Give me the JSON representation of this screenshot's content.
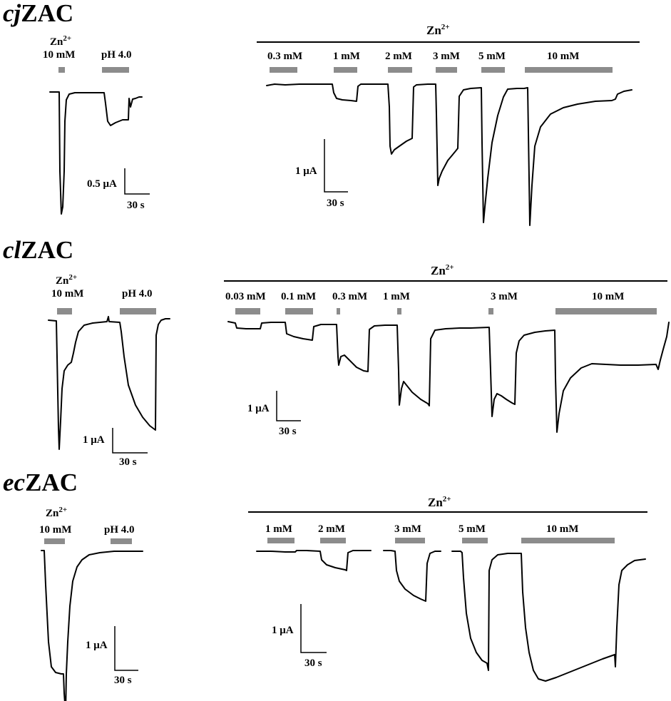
{
  "panels": [
    {
      "species_prefix": "cj",
      "species_suffix": "ZAC",
      "left": {
        "zn_label": "Zn",
        "zn_superscript": "2+",
        "zn_conc": "10 mM",
        "ph_label": "pH 4.0",
        "scale_current": "0.5 μA",
        "scale_time": "30 s"
      },
      "right": {
        "header": "Zn",
        "header_superscript": "2+",
        "concentrations": [
          "0.3 mM",
          "1 mM",
          "2 mM",
          "3 mM",
          "5 mM",
          "10 mM"
        ],
        "scale_current": "1 μA",
        "scale_time": "30 s"
      }
    },
    {
      "species_prefix": "cl",
      "species_suffix": "ZAC",
      "left": {
        "zn_label": "Zn",
        "zn_superscript": "2+",
        "zn_conc": "10 mM",
        "ph_label": "pH 4.0",
        "scale_current": "1 μA",
        "scale_time": "30 s"
      },
      "right": {
        "header": "Zn",
        "header_superscript": "2+",
        "concentrations": [
          "0.03 mM",
          "0.1 mM",
          "0.3 mM",
          "1 mM",
          "3 mM",
          "10 mM"
        ],
        "scale_current": "1 μA",
        "scale_time": "30 s"
      }
    },
    {
      "species_prefix": "ec",
      "species_suffix": "ZAC",
      "left": {
        "zn_label": "Zn",
        "zn_superscript": "2+",
        "zn_conc": "10 mM",
        "ph_label": "pH 4.0",
        "scale_current": "1 μA",
        "scale_time": "30 s"
      },
      "right": {
        "header": "Zn",
        "header_superscript": "2+",
        "concentrations": [
          "1 mM",
          "2 mM",
          "3 mM",
          "5 mM",
          "10 mM"
        ],
        "scale_current": "1 μA",
        "scale_time": "30 s"
      }
    }
  ],
  "colors": {
    "bar": "#8c8c8c",
    "trace": "#000000",
    "background": "#ffffff"
  }
}
